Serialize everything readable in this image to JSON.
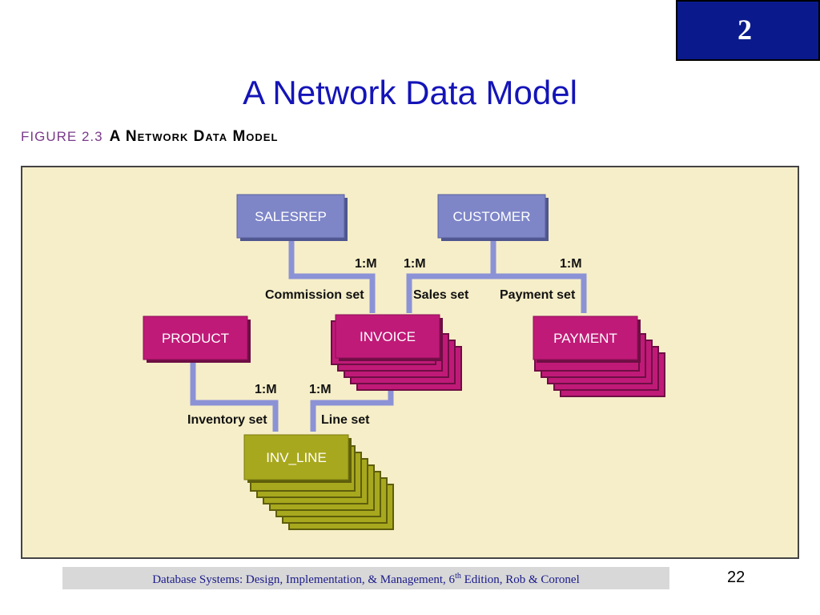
{
  "chapter": "2",
  "title": "A Network Data Model",
  "figure": {
    "number": "FIGURE 2.3",
    "title": "A Network Data Model"
  },
  "entities": {
    "salesrep": "SALESREP",
    "customer": "CUSTOMER",
    "product": "PRODUCT",
    "invoice": "INVOICE",
    "payment": "PAYMENT",
    "inv_line": "INV_LINE"
  },
  "relationships": {
    "commission_set": {
      "name": "Commission set",
      "cardinality": "1:M"
    },
    "sales_set": {
      "name": "Sales set",
      "cardinality": "1:M"
    },
    "payment_set": {
      "name": "Payment set",
      "cardinality": "1:M"
    },
    "inventory_set": {
      "name": "Inventory set",
      "cardinality": "1:M"
    },
    "line_set": {
      "name": "Line set",
      "cardinality": "1:M"
    }
  },
  "footer": {
    "text_before": "Database Systems: Design, Implementation, & Management, 6",
    "superscript": "th",
    "text_after": " Edition, Rob & Coronel"
  },
  "page_number": "22",
  "colors": {
    "owner_entity": "#7e86c8",
    "member_entity": "#c01a78",
    "line_entity": "#a8a81e",
    "connector": "#8c92d6",
    "diagram_bg": "#f6eec8",
    "title_text": "#1414b8",
    "badge": "#0a1a8c"
  }
}
